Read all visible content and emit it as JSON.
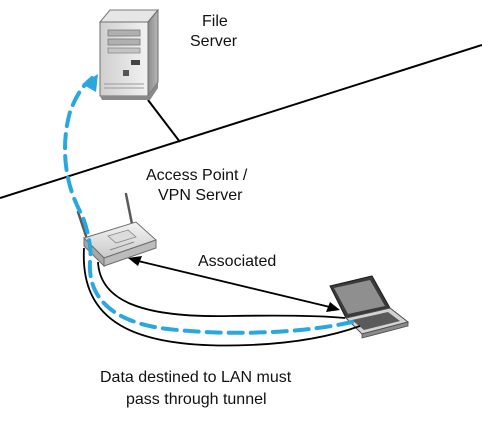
{
  "labels": {
    "file_server_line1": "File",
    "file_server_line2": "Server",
    "access_point_line1": "Access Point /",
    "access_point_line2": "VPN Server",
    "associated": "Associated",
    "caption_line1": "Data destined to LAN must",
    "caption_line2": "pass through tunnel"
  },
  "colors": {
    "tunnel": "#29a8e0",
    "network_line": "#000000",
    "device_body": "#d6d6d6",
    "device_shadow": "#9a9a9a",
    "background": "#ffffff"
  },
  "icons": {
    "file_server": "tower-server-icon",
    "access_point": "wireless-access-point-icon",
    "laptop": "laptop-icon"
  }
}
